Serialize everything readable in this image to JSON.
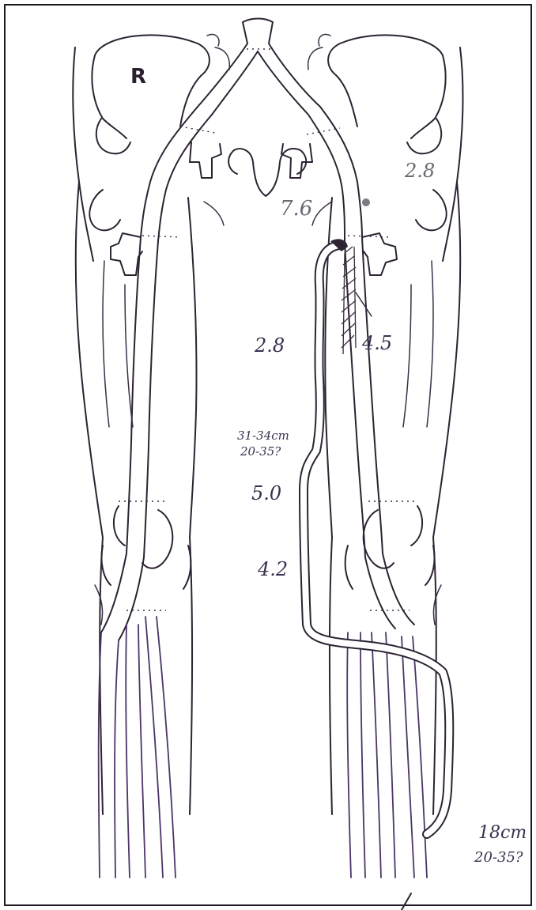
{
  "side_label": "R",
  "annotations": {
    "prox_left_flow": "2.8",
    "iliac_ratio": "7.6",
    "right_upper_flow": "2.8",
    "occlusion_label": "4.5",
    "graft_upper_length": "31-34cm",
    "graft_upper_spec": "20-35?",
    "graft_mid_flow": "5.0",
    "graft_low_flow": "4.2",
    "graft_distal_length": "18cm",
    "graft_distal_spec": "20-35?"
  }
}
